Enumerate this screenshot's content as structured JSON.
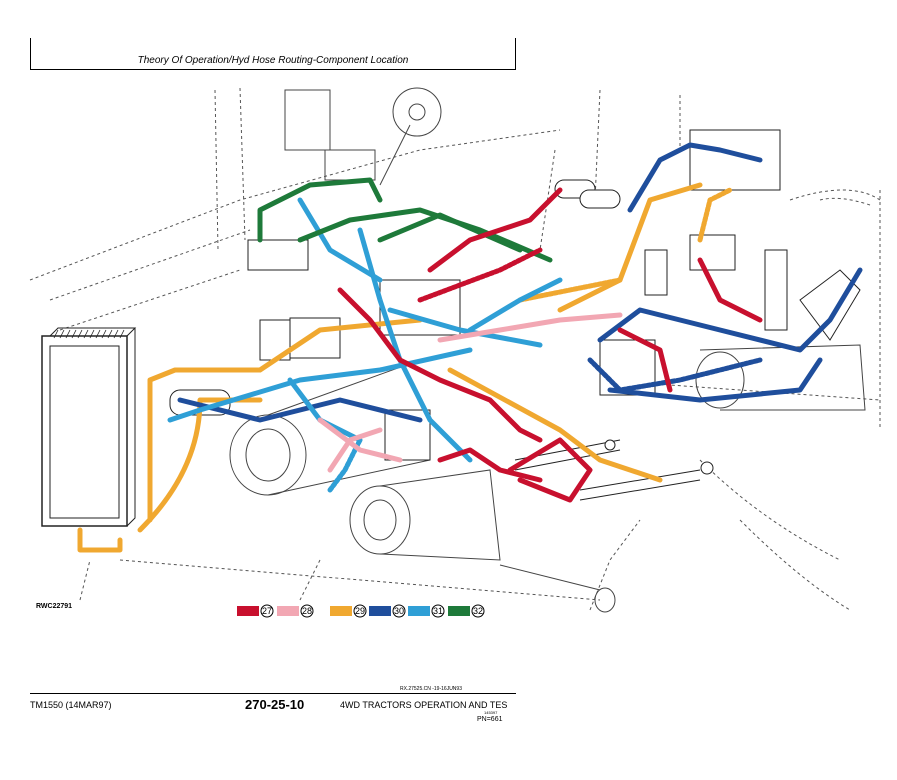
{
  "header": {
    "title": "Theory Of Operation/Hyd Hose Routing-Component Location"
  },
  "figure": {
    "id": "RWC22791",
    "legend": [
      {
        "number": "27",
        "color": "#c8102e"
      },
      {
        "number": "28",
        "color": "#f2a7b3"
      },
      {
        "number": "29",
        "color": "#f0a830"
      },
      {
        "number": "30",
        "color": "#1f4e9c"
      },
      {
        "number": "31",
        "color": "#2f9fd6"
      },
      {
        "number": "32",
        "color": "#1e7a3a"
      }
    ]
  },
  "footer": {
    "code": "RX.27525.CN    -19-16JUN93",
    "manual": "TM1550 (14MAR97)",
    "page": "270-25-10",
    "description": "4WD TRACTORS OPERATION AND TES",
    "sequence": "145397",
    "pn": "PN=661"
  }
}
